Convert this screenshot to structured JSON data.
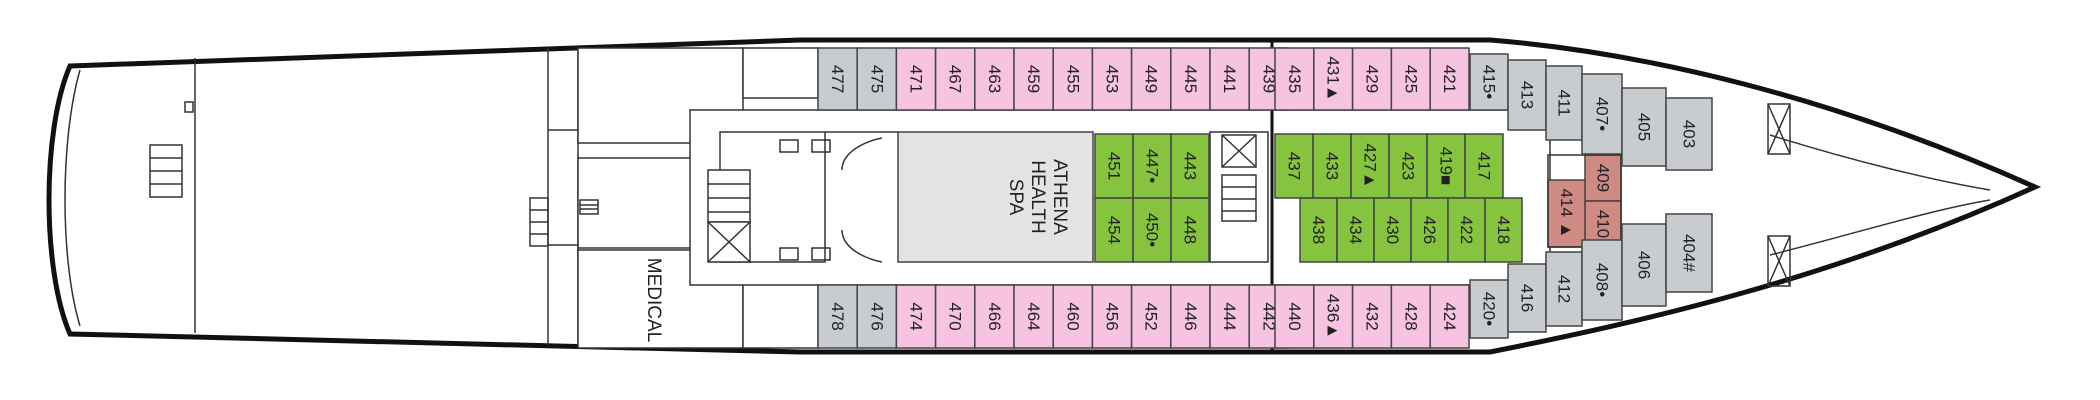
{
  "legend_colors": {
    "pink": "#f6c3e1",
    "green": "#86c440",
    "grey": "#c8cbcf",
    "red": "#cf8a84",
    "spa": "#e3e3e3"
  },
  "rooms": {
    "spa": [
      "ATHENA",
      "HEALTH",
      "SPA"
    ],
    "medical": "MEDICAL"
  },
  "cabins": {
    "top_aft": [
      "477",
      "475",
      "471",
      "467",
      "463",
      "459",
      "455",
      "453",
      "449",
      "445",
      "441",
      "439"
    ],
    "top_fwd": [
      "435",
      "431▲",
      "429",
      "425",
      "421"
    ],
    "top_bow": [
      "415•",
      "413",
      "411",
      "407•",
      "405",
      "403"
    ],
    "mid_aft_upper": [
      "451",
      "447•",
      "443"
    ],
    "mid_aft_lower": [
      "454",
      "450•",
      "448"
    ],
    "mid_fwd_upper": [
      "437",
      "433",
      "427▲",
      "423",
      "419■",
      "417"
    ],
    "mid_fwd_lower": [
      "438",
      "434",
      "430",
      "426",
      "422",
      "418"
    ],
    "mid_red": [
      "409",
      "410",
      "414 ▲"
    ],
    "bot_aft": [
      "478",
      "476",
      "474",
      "470",
      "466",
      "464",
      "460",
      "456",
      "452",
      "446",
      "444",
      "442"
    ],
    "bot_fwd": [
      "440",
      "436▲",
      "432",
      "428",
      "424"
    ],
    "bot_bow": [
      "420•",
      "416",
      "412",
      "408•",
      "406",
      "404#"
    ]
  }
}
